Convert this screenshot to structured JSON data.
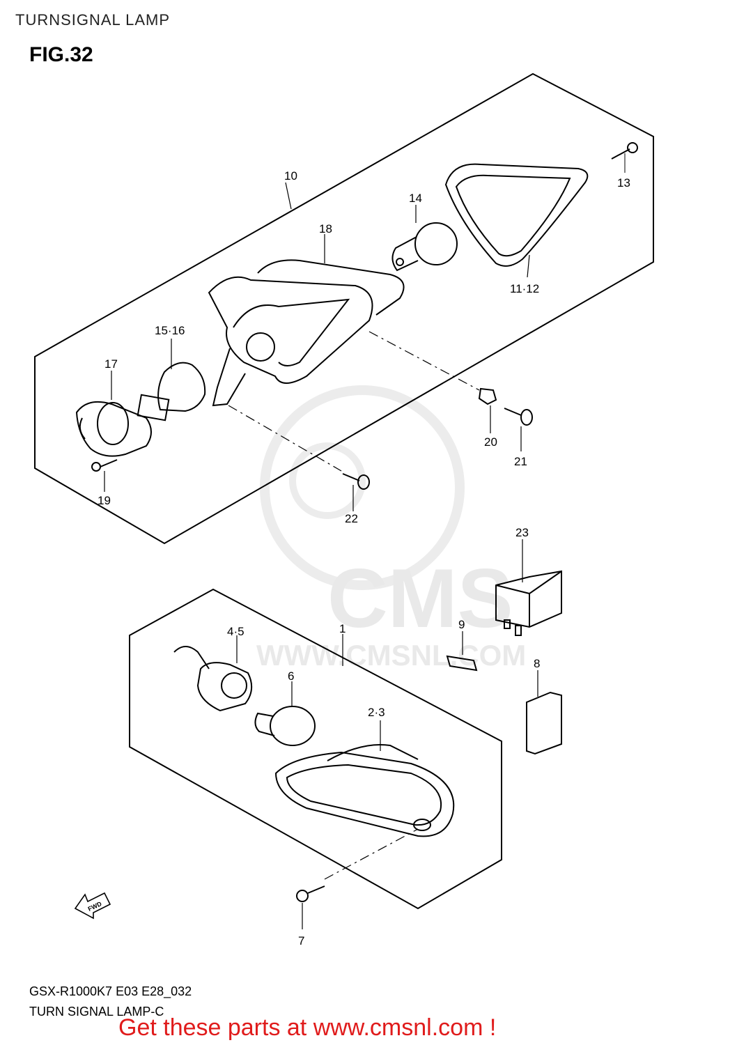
{
  "header": {
    "title": "TURNSIGNAL LAMP",
    "figure": "FIG.32"
  },
  "callouts": {
    "c10": "10",
    "c14": "14",
    "c13": "13",
    "c18": "18",
    "c1112": "11·12",
    "c1516": "15·16",
    "c17": "17",
    "c20": "20",
    "c21": "21",
    "c19": "19",
    "c22": "22",
    "c23": "23",
    "c1": "1",
    "c45": "4·5",
    "c9": "9",
    "c6": "6",
    "c8": "8",
    "c23b": "2·3",
    "c7": "7"
  },
  "fwd_badge": "FWD",
  "watermark": {
    "brand": "CMS",
    "url": "WWW.CMSNL.COM"
  },
  "footer": {
    "model_code": "GSX-R1000K7 E03 E28_032",
    "diagram_name": "TURN SIGNAL LAMP-C",
    "link_text": "Get these parts at www.cmsnl.com !"
  }
}
